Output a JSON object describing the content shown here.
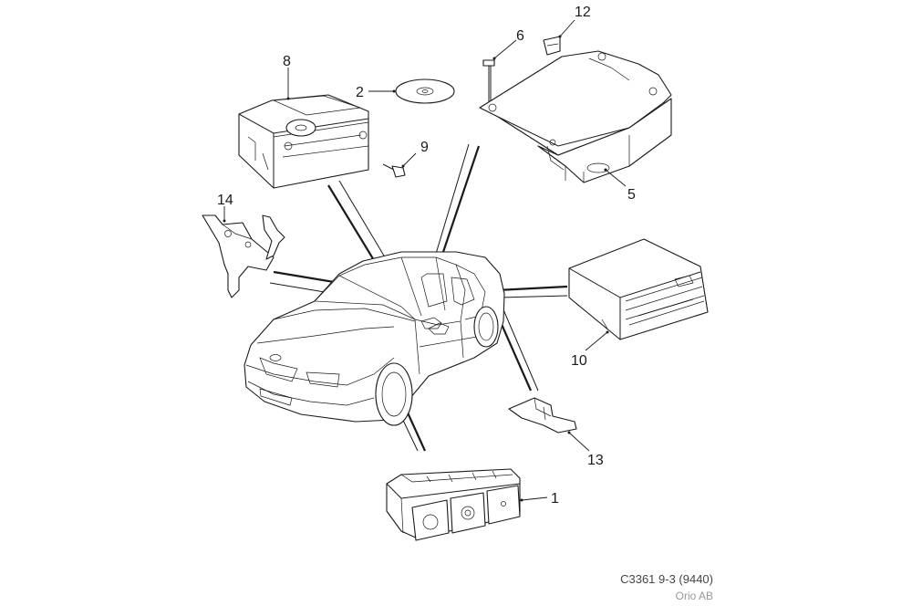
{
  "callouts": {
    "c1": "1",
    "c2": "2",
    "c5": "5",
    "c6": "6",
    "c8": "8",
    "c9": "9",
    "c10": "10",
    "c12": "12",
    "c13": "13",
    "c14": "14"
  },
  "footer": {
    "reference": "C3361 9-3 (9440)",
    "owner": "Orio AB"
  },
  "colors": {
    "ink": "#1a1a1a",
    "background": "#ffffff",
    "footer_text": "#444444",
    "owner_text": "#9a9a9a"
  }
}
